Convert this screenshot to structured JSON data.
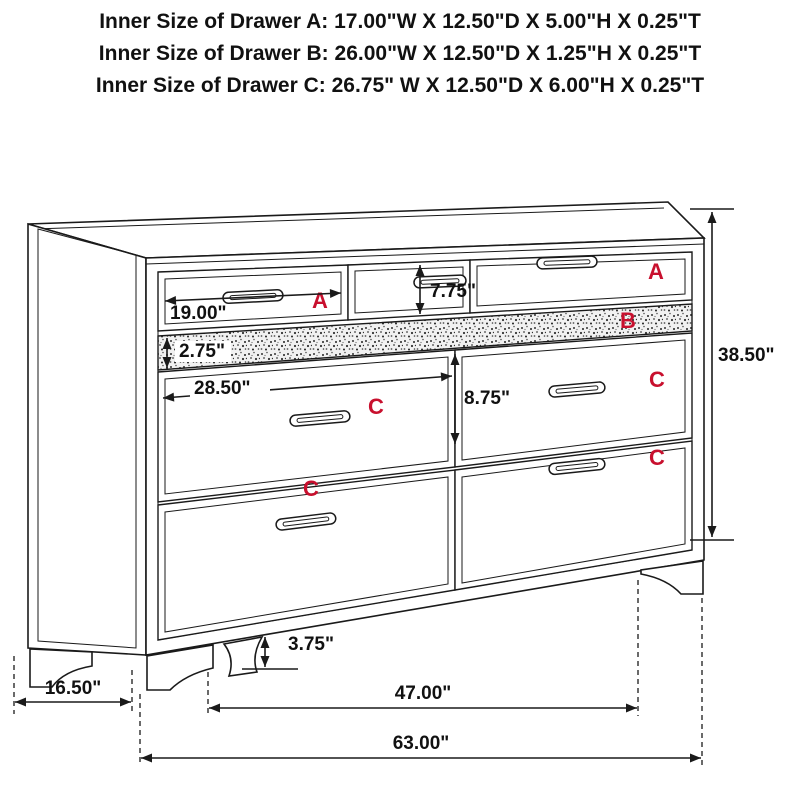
{
  "title_block": {
    "line1": "Inner Size of Drawer A: 17.00\"W X 12.50\"D X 5.00\"H X 0.25\"T",
    "line2": "Inner Size of Drawer B: 26.00\"W X 12.50\"D X 1.25\"H X 0.25\"T",
    "line3": "Inner Size of Drawer C: 26.75\" W X 12.50\"D X 6.00\"H X 0.25\"T"
  },
  "drawer_labels": {
    "a1": "A",
    "a2": "A",
    "a3": "A",
    "b": "B",
    "c_left_top": "C",
    "c_left_bottom": "C",
    "c_right_top": "C",
    "c_right_bottom": "C"
  },
  "dimensions": {
    "drawer_a1_width": "19.00\"",
    "drawer_a_height": "7.75\"",
    "drawer_b_height": "2.75\"",
    "drawer_c_width": "28.50\"",
    "drawer_c_height": "8.75\"",
    "overall_height": "38.50\"",
    "foot_height": "3.75\"",
    "overall_depth": "16.50\"",
    "feet_span_width": "47.00\"",
    "overall_width": "63.00\""
  },
  "colors": {
    "line": "#1a1a1a",
    "drawer_letter": "#c8102e",
    "dimension_text": "#111111",
    "background": "#ffffff"
  }
}
